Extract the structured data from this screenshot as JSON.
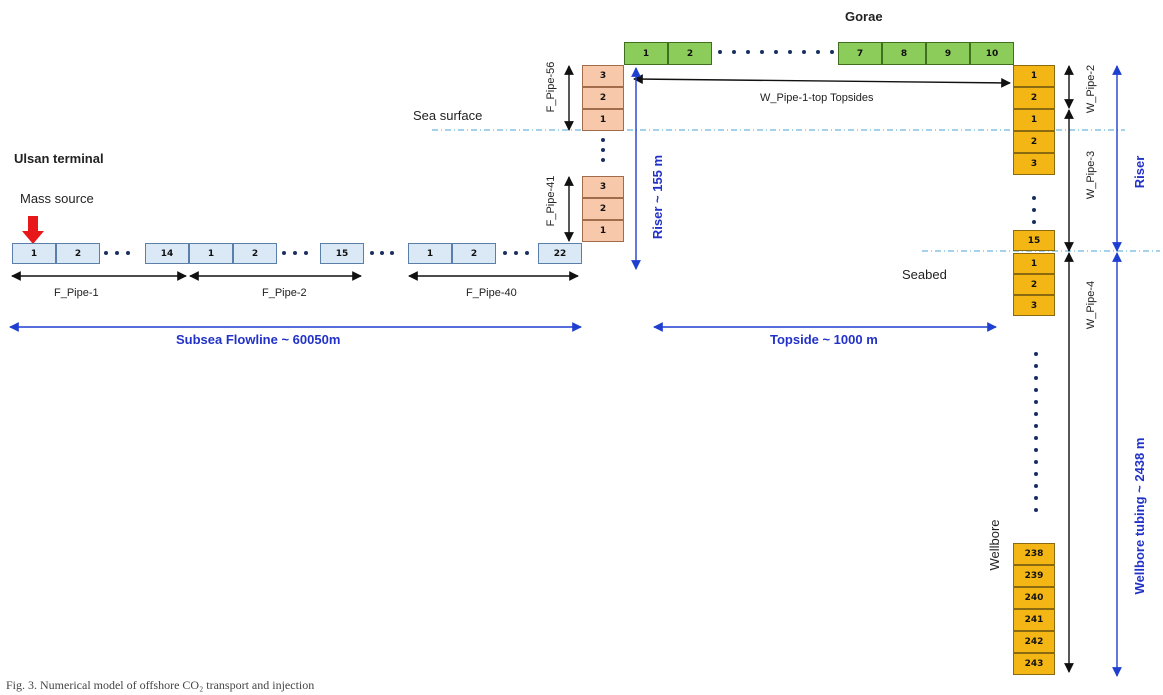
{
  "labels": {
    "gorae": "Gorae",
    "ulsan_terminal": "Ulsan terminal",
    "mass_source": "Mass source",
    "sea_surface": "Sea surface",
    "seabed": "Seabed",
    "wellbore": "Wellbore",
    "f_pipe_1": "F_Pipe-1",
    "f_pipe_2": "F_Pipe-2",
    "f_pipe_40": "F_Pipe-40",
    "f_pipe_41": "F_Pipe-41",
    "f_pipe_56": "F_Pipe-56",
    "w_pipe_1_top": "W_Pipe-1-top Topsides",
    "w_pipe_2": "W_Pipe-2",
    "w_pipe_3": "W_Pipe-3",
    "w_pipe_4": "W_Pipe-4",
    "subsea_flowline": "Subsea Flowline ~ 60050m",
    "topside": "Topside ~ 1000 m",
    "riser_155": "Riser ~ 155 m",
    "riser": "Riser",
    "wellbore_tubing": "Wellbore tubing ~ 2438 m",
    "caption": "Fig. 3. Numerical model of offshore CO₂ transport and injection"
  },
  "cells": {
    "flowline_a": [
      "1",
      "2",
      "14"
    ],
    "flowline_b": [
      "1",
      "2",
      "15"
    ],
    "flowline_c": [
      "1",
      "2",
      "22"
    ],
    "riser_lower": [
      "3",
      "2",
      "1"
    ],
    "riser_upper": [
      "3",
      "2",
      "1"
    ],
    "topside_top": [
      "1",
      "2",
      "7",
      "8",
      "9",
      "10"
    ],
    "well_upper_a": [
      "1",
      "2"
    ],
    "well_upper_b": [
      "1",
      "2",
      "3"
    ],
    "well_15": [
      "15"
    ],
    "well_lower": [
      "1",
      "2",
      "3"
    ],
    "wellbore_bottom": [
      "238",
      "239",
      "240",
      "241",
      "242",
      "243"
    ]
  },
  "colors": {
    "flowline": "#dbe9f7",
    "riser_cells": "#f7c8aa",
    "topside_cells": "#8ccc5a",
    "well_cells": "#f4b614",
    "blue_text": "#2232c8",
    "mass_source_arrow": "#e8171a"
  }
}
